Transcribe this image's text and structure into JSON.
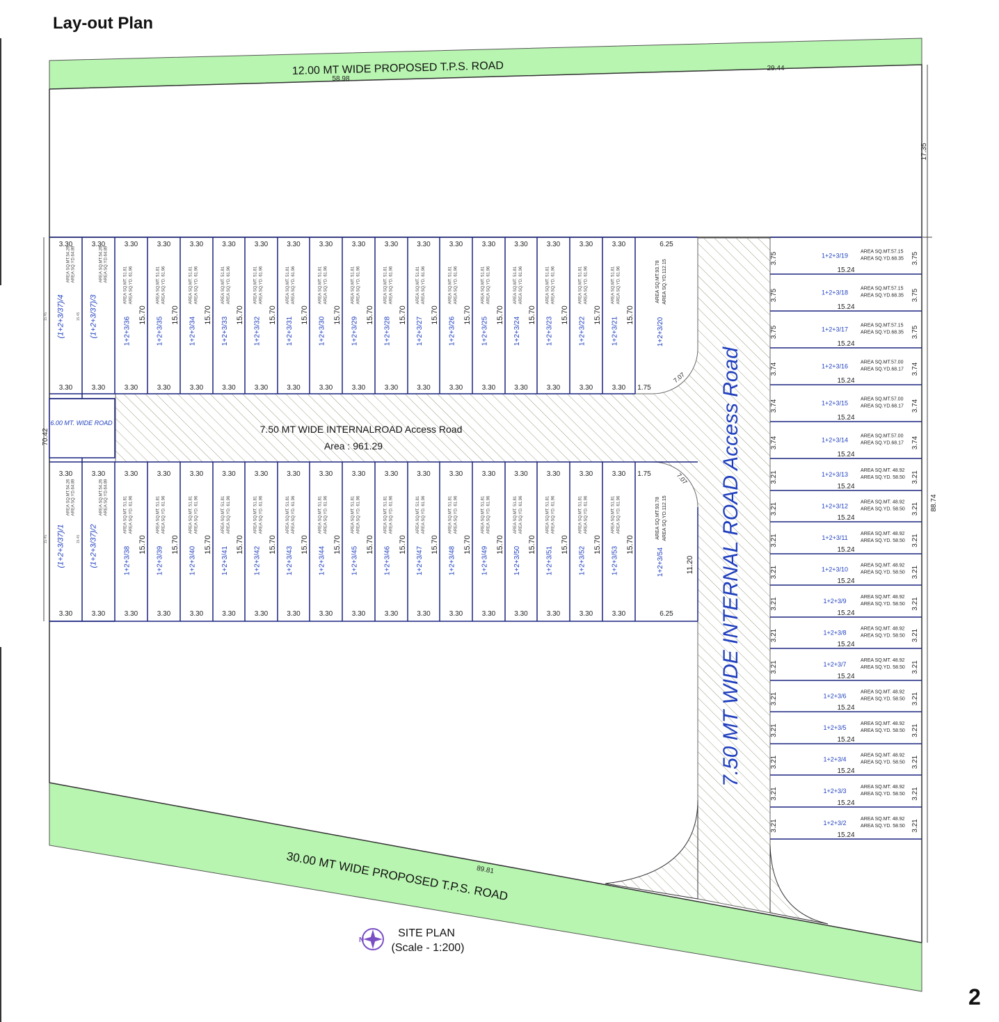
{
  "page": {
    "title": "Lay-out Plan",
    "number": "2"
  },
  "roads": {
    "top_road": "12.00 MT WIDE PROPOSED T.P.S. ROAD",
    "bottom_road": "30.00 MT WIDE PROPOSED T.P.S. ROAD",
    "internal_road": "7.50 MT WIDE INTERNALROAD Access Road",
    "internal_road_area": "Area : 961.29",
    "vertical_road": "7.50 MT WIDE INTERNAL  ROAD Access Road",
    "side_road": "6.00 MT. WIDE ROAD"
  },
  "dims": {
    "top_a": "58.98",
    "top_b": "29.44",
    "right_top": "17.35",
    "right_total": "88.74",
    "left_total": "70.42",
    "bottom": "89.81",
    "plot_width": "3.30",
    "plot_depth": "15.70",
    "corner_width": "6.25",
    "offset": "1.75",
    "curve": "7.07",
    "corner_depth": "11.20",
    "right_depth": "15.24",
    "left_depth": "15.45"
  },
  "area_texts": {
    "std_mt": "AREA SQ.MT. 51.81",
    "std_yd": "AREA SQ.YD. 61.96",
    "corner_mt": "AREA SQ.MT.93.78",
    "corner_yd": "AREA SQ.YD.112.15",
    "left_mt": "AREA SQ.MT.54.26",
    "left_yd": "AREA SQ.YD.64.89"
  },
  "plots": {
    "left_top": [
      "(1+2+3/37)/4",
      "(1+2+3/37)/3"
    ],
    "left_bottom": [
      "(1+2+3/37)/1",
      "(1+2+3/37)/2"
    ],
    "top_row": [
      "1+2+3/36",
      "1+2+3/35",
      "1+2+3/34",
      "1+2+3/33",
      "1+2+3/32",
      "1+2+3/31",
      "1+2+3/30",
      "1+2+3/29",
      "1+2+3/28",
      "1+2+3/27",
      "1+2+3/26",
      "1+2+3/25",
      "1+2+3/24",
      "1+2+3/23",
      "1+2+3/22",
      "1+2+3/21"
    ],
    "top_corner": "1+2+3/20",
    "bottom_row": [
      "1+2+3/38",
      "1+2+3/39",
      "1+2+3/40",
      "1+2+3/41",
      "1+2+3/42",
      "1+2+3/43",
      "1+2+3/44",
      "1+2+3/45",
      "1+2+3/46",
      "1+2+3/47",
      "1+2+3/48",
      "1+2+3/49",
      "1+2+3/50",
      "1+2+3/51",
      "1+2+3/52",
      "1+2+3/53"
    ],
    "bottom_corner": "1+2+3/54",
    "right": [
      {
        "id": "1+2+3/19",
        "width": "3.75",
        "mt": "AREA SQ.MT.57.15",
        "yd": "AREA SQ.YD.68.35"
      },
      {
        "id": "1+2+3/18",
        "width": "3.75",
        "mt": "AREA SQ.MT.57.15",
        "yd": "AREA SQ.YD.68.35"
      },
      {
        "id": "1+2+3/17",
        "width": "3.75",
        "mt": "AREA SQ.MT.57.15",
        "yd": "AREA SQ.YD.68.35"
      },
      {
        "id": "1+2+3/16",
        "width": "3.74",
        "mt": "AREA SQ.MT.57.00",
        "yd": "AREA SQ.YD.68.17"
      },
      {
        "id": "1+2+3/15",
        "width": "3.74",
        "mt": "AREA SQ.MT.57.00",
        "yd": "AREA SQ.YD.68.17"
      },
      {
        "id": "1+2+3/14",
        "width": "3.74",
        "mt": "AREA SQ.MT.57.00",
        "yd": "AREA SQ.YD.68.17"
      },
      {
        "id": "1+2+3/13",
        "width": "3.21",
        "mt": "AREA SQ.MT. 48.92",
        "yd": "AREA SQ.YD. 58.50"
      },
      {
        "id": "1+2+3/12",
        "width": "3.21",
        "mt": "AREA SQ.MT. 48.92",
        "yd": "AREA SQ.YD. 58.50"
      },
      {
        "id": "1+2+3/11",
        "width": "3.21",
        "mt": "AREA SQ.MT. 48.92",
        "yd": "AREA SQ.YD. 58.50"
      },
      {
        "id": "1+2+3/10",
        "width": "3.21",
        "mt": "AREA SQ.MT. 48.92",
        "yd": "AREA SQ.YD. 58.50"
      },
      {
        "id": "1+2+3/9",
        "width": "3.21",
        "mt": "AREA SQ.MT. 48.92",
        "yd": "AREA SQ.YD. 58.50"
      },
      {
        "id": "1+2+3/8",
        "width": "3.21",
        "mt": "AREA SQ.MT. 48.92",
        "yd": "AREA SQ.YD. 58.50"
      },
      {
        "id": "1+2+3/7",
        "width": "3.21",
        "mt": "AREA SQ.MT. 48.92",
        "yd": "AREA SQ.YD. 58.50"
      },
      {
        "id": "1+2+3/6",
        "width": "3.21",
        "mt": "AREA SQ.MT. 48.92",
        "yd": "AREA SQ.YD. 58.50"
      },
      {
        "id": "1+2+3/5",
        "width": "3.21",
        "mt": "AREA SQ.MT. 48.92",
        "yd": "AREA SQ.YD. 58.50"
      },
      {
        "id": "1+2+3/4",
        "width": "3.21",
        "mt": "AREA SQ.MT. 48.92",
        "yd": "AREA SQ.YD. 58.50"
      },
      {
        "id": "1+2+3/3",
        "width": "3.21",
        "mt": "AREA SQ.MT. 48.92",
        "yd": "AREA SQ.YD. 58.50"
      },
      {
        "id": "1+2+3/2",
        "width": "3.21",
        "mt": "AREA SQ.MT. 48.92",
        "yd": "AREA SQ.YD. 58.50"
      }
    ]
  },
  "site_plan": {
    "title": "SITE PLAN",
    "scale": "(Scale - 1:200)",
    "north": "N"
  },
  "colors": {
    "road_green": "#b8f5b0",
    "plot_line": "#1a237e",
    "label_blue": "#1f3fbf",
    "hatch": "#9a9a80"
  }
}
